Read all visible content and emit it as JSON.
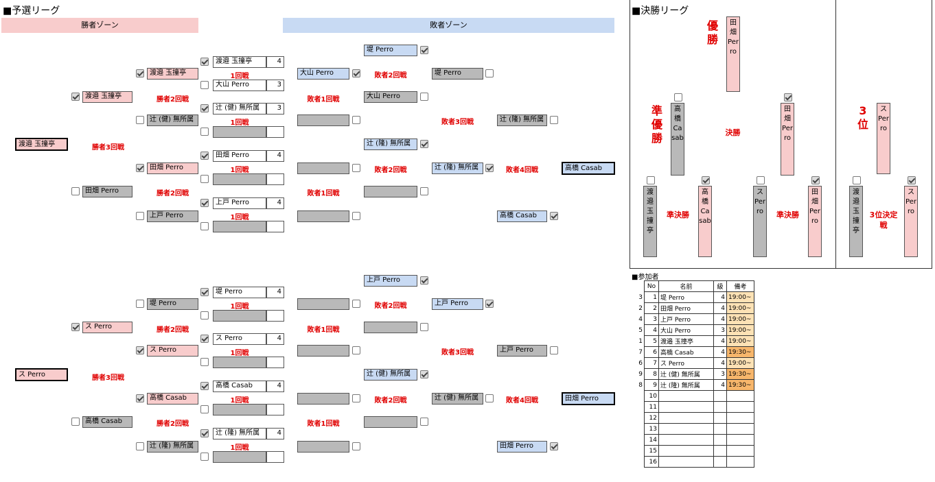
{
  "headers": {
    "prelim": "■予選リーグ",
    "final": "■決勝リーグ",
    "winners_zone": "勝者ゾーン",
    "losers_zone": "敗者ゾーン",
    "participants": "■参加者"
  },
  "labels": {
    "r1": "1回戦",
    "w2": "勝者2回戦",
    "w3": "勝者3回戦",
    "l1": "敗者1回戦",
    "l2": "敗者2回戦",
    "l3": "敗者3回戦",
    "l4": "敗者4回戦",
    "champion": "優勝",
    "runner_up": "準優勝",
    "final": "決勝",
    "semi": "準決勝",
    "third": "3位",
    "third_match": "3位決定戦"
  },
  "bracket": {
    "a": {
      "r1_m1_p1": "渡邉 玉撞亭",
      "r1_m1_s1": "4",
      "r1_m1_p2": "大山 Perro",
      "r1_m1_s2": "3",
      "r1_m2_p1": "辻 (健) 無所属",
      "r1_m2_s1": "3",
      "r1_m2_p2": "",
      "r1_m3_p1": "田畑 Perro",
      "r1_m3_s1": "4",
      "r1_m3_p2": "",
      "r1_m4_p1": "上戸 Perro",
      "r1_m4_s1": "4",
      "r1_m4_p2": "",
      "w1_1": "渡邉 玉撞亭",
      "w1_2": "辻 (健) 無所属",
      "w1_3": "田畑 Perro",
      "w1_4": "上戸 Perro",
      "w2_1": "渡邉 玉撞亭",
      "w2_2": "田畑 Perro",
      "w3": "渡邉 玉撞亭",
      "l1_1": "大山 Perro",
      "l1_2": "",
      "l1_3": "",
      "l1_4": "",
      "l1w_1": "大山 Perro",
      "l1w_2": "",
      "l2_top": "堤 Perro",
      "l2_mid": "辻 (隆) 無所属",
      "l2w_1": "堤 Perro",
      "l2w_2": "辻 (隆) 無所属",
      "l3_1": "辻 (隆) 無所属",
      "l3_2": "高橋 Casab",
      "l4w": "高橋 Casab"
    },
    "b": {
      "r1_m1_p1": "堤 Perro",
      "r1_m1_s1": "4",
      "r1_m1_p2": "",
      "r1_m2_p1": "ス Perro",
      "r1_m2_s1": "4",
      "r1_m2_p2": "",
      "r1_m3_p1": "高橋 Casab",
      "r1_m3_s1": "4",
      "r1_m3_p2": "",
      "r1_m4_p1": "辻 (隆) 無所属",
      "r1_m4_s1": "4",
      "r1_m4_p2": "",
      "w1_1": "堤 Perro",
      "w1_2": "ス Perro",
      "w1_3": "高橋 Casab",
      "w1_4": "辻 (隆) 無所属",
      "w2_1": "ス Perro",
      "w2_2": "高橋 Casab",
      "w3": "ス Perro",
      "l1_1": "",
      "l1_2": "",
      "l1_3": "",
      "l1_4": "",
      "l1w_1": "",
      "l1w_2": "",
      "l2_top": "上戸 Perro",
      "l2_mid": "辻 (健) 無所属",
      "l2w_1": "上戸 Perro",
      "l2w_2": "辻 (健) 無所属",
      "l3_1": "上戸 Perro",
      "l3_2": "田畑 Perro",
      "l4w": "田畑 Perro"
    }
  },
  "finals": {
    "champion": "田畑 Perro",
    "finalist_left": "高橋 Casab",
    "finalist_right": "田畑 Perro",
    "semi1_left": "渡邉 玉撞亭",
    "semi1_right": "高橋 Casab",
    "semi2_left": "ス Perro",
    "semi2_right": "田畑 Perro",
    "third": "ス Perro",
    "third_left": "渡邉 玉撞亭",
    "third_right": "ス Perro"
  },
  "participants_table": {
    "headers": [
      "No",
      "名前",
      "級",
      "備考"
    ],
    "rows": [
      {
        "order": "3",
        "no": "1",
        "name": "堤 Perro",
        "level": "4",
        "note": "19:00~",
        "late": false
      },
      {
        "order": "2",
        "no": "2",
        "name": "田畑 Perro",
        "level": "4",
        "note": "19:00~",
        "late": false
      },
      {
        "order": "4",
        "no": "3",
        "name": "上戸 Perro",
        "level": "4",
        "note": "19:00~",
        "late": false
      },
      {
        "order": "5",
        "no": "4",
        "name": "大山 Perro",
        "level": "3",
        "note": "19:00~",
        "late": false
      },
      {
        "order": "1",
        "no": "5",
        "name": "渡邉 玉撞亭",
        "level": "4",
        "note": "19:00~",
        "late": false
      },
      {
        "order": "7",
        "no": "6",
        "name": "高橋 Casab",
        "level": "4",
        "note": "19:30~",
        "late": true
      },
      {
        "order": "6",
        "no": "7",
        "name": "ス Perro",
        "level": "4",
        "note": "19:00~",
        "late": false
      },
      {
        "order": "9",
        "no": "8",
        "name": "辻 (健) 無所属",
        "level": "3",
        "note": "19:30~",
        "late": true
      },
      {
        "order": "8",
        "no": "9",
        "name": "辻 (隆) 無所属",
        "level": "4",
        "note": "19:30~",
        "late": true
      },
      {
        "order": "",
        "no": "10",
        "name": "",
        "level": "",
        "note": "",
        "late": false
      },
      {
        "order": "",
        "no": "11",
        "name": "",
        "level": "",
        "note": "",
        "late": false
      },
      {
        "order": "",
        "no": "12",
        "name": "",
        "level": "",
        "note": "",
        "late": false
      },
      {
        "order": "",
        "no": "13",
        "name": "",
        "level": "",
        "note": "",
        "late": false
      },
      {
        "order": "",
        "no": "14",
        "name": "",
        "level": "",
        "note": "",
        "late": false
      },
      {
        "order": "",
        "no": "15",
        "name": "",
        "level": "",
        "note": "",
        "late": false
      },
      {
        "order": "",
        "no": "16",
        "name": "",
        "level": "",
        "note": "",
        "late": false
      }
    ]
  },
  "colors": {
    "win_pink": "#f8cccc",
    "lose_blue": "#c8daf3",
    "empty_gray": "#b9b9b9",
    "red_label": "#e00000",
    "late_orange": "#f7b66b",
    "ontime_orange": "#fde2b5"
  }
}
